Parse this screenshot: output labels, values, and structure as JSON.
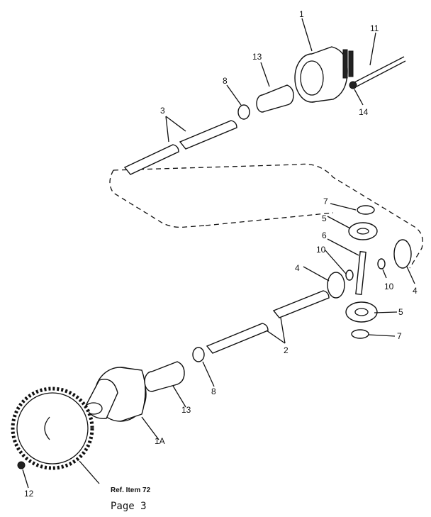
{
  "callouts": {
    "c1": "1",
    "c11": "11",
    "c13_top": "13",
    "c8_top": "8",
    "c3": "3",
    "c14": "14",
    "c7_top": "7",
    "c5_top": "5",
    "c6": "6",
    "c10_left": "10",
    "c4_left": "4",
    "c10_right": "10",
    "c4_right": "4",
    "c5_bottom": "5",
    "c7_bottom": "7",
    "c2": "2",
    "c8_bottom": "8",
    "c13_bottom": "13",
    "c1A": "1A",
    "c12": "12"
  },
  "reference_note": "Ref. Item 72",
  "page_label": "Page 3"
}
